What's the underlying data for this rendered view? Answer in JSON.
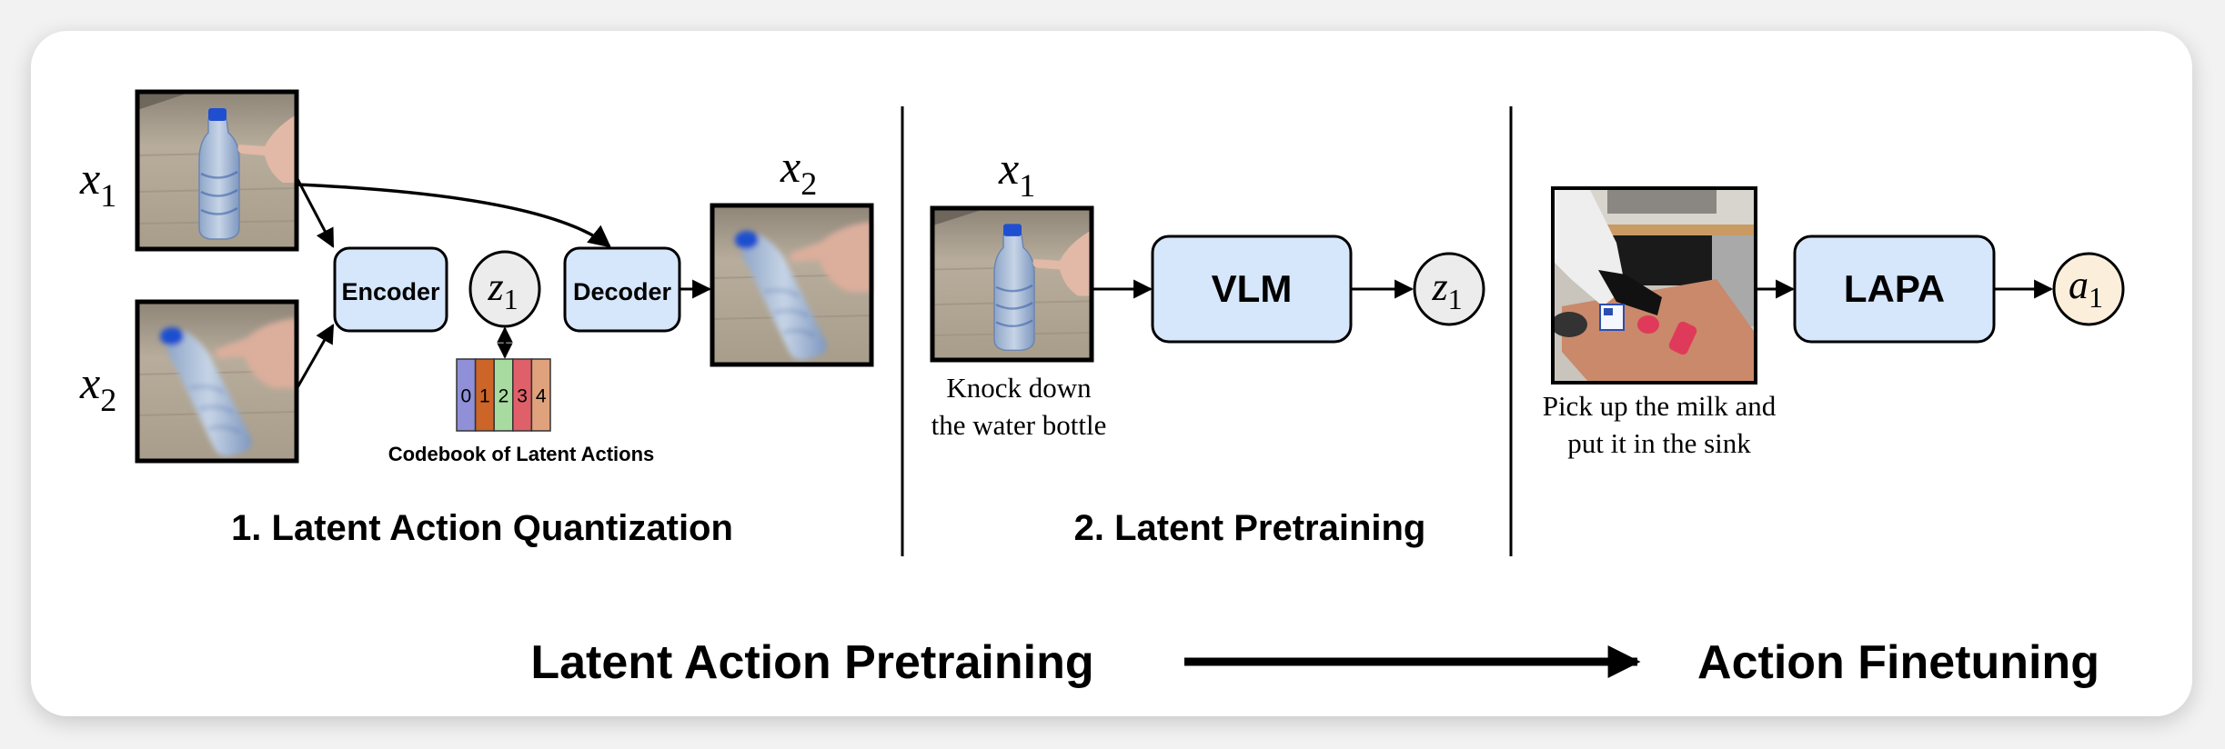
{
  "sections": {
    "quantization": {
      "title": "1. Latent Action Quantization",
      "input_labels": {
        "x1_base": "x",
        "x1_sub": "1",
        "x2_base": "x",
        "x2_sub": "2"
      },
      "output_label": {
        "base": "x",
        "sub": "2"
      },
      "encoder_label": "Encoder",
      "decoder_label": "Decoder",
      "latent_label": {
        "base": "z",
        "sub": "1"
      },
      "codebook": {
        "label": "Codebook of Latent Actions",
        "entries": [
          {
            "index": "0",
            "color": "#8f90d8"
          },
          {
            "index": "1",
            "color": "#cd6428"
          },
          {
            "index": "2",
            "color": "#a8dba0"
          },
          {
            "index": "3",
            "color": "#e0606a"
          },
          {
            "index": "4",
            "color": "#e0a27c"
          }
        ]
      },
      "images": {
        "x1": "water bottle upright with finger",
        "x2": "water bottle tipping with finger",
        "reconstruction": "water bottle tipping with finger"
      }
    },
    "pretraining": {
      "title": "2. Latent Pretraining",
      "input_label": {
        "base": "x",
        "sub": "1"
      },
      "model_label": "VLM",
      "output_label": {
        "base": "z",
        "sub": "1"
      },
      "caption_line1": "Knock down",
      "caption_line2": "the water bottle",
      "image": "water bottle upright with finger"
    },
    "finetuning": {
      "model_label": "LAPA",
      "output_label": {
        "base": "a",
        "sub": "1"
      },
      "caption_line1": "Pick up the milk and",
      "caption_line2": "put it in the sink",
      "image": "robot arm over cutting board with milk carton"
    }
  },
  "bottom": {
    "left_label": "Latent Action Pretraining",
    "right_label": "Action Finetuning"
  },
  "colors": {
    "box_fill": "#d6e6fb",
    "latent_fill": "#ececec",
    "action_fill": "#fbeedb",
    "stroke": "#000000"
  }
}
